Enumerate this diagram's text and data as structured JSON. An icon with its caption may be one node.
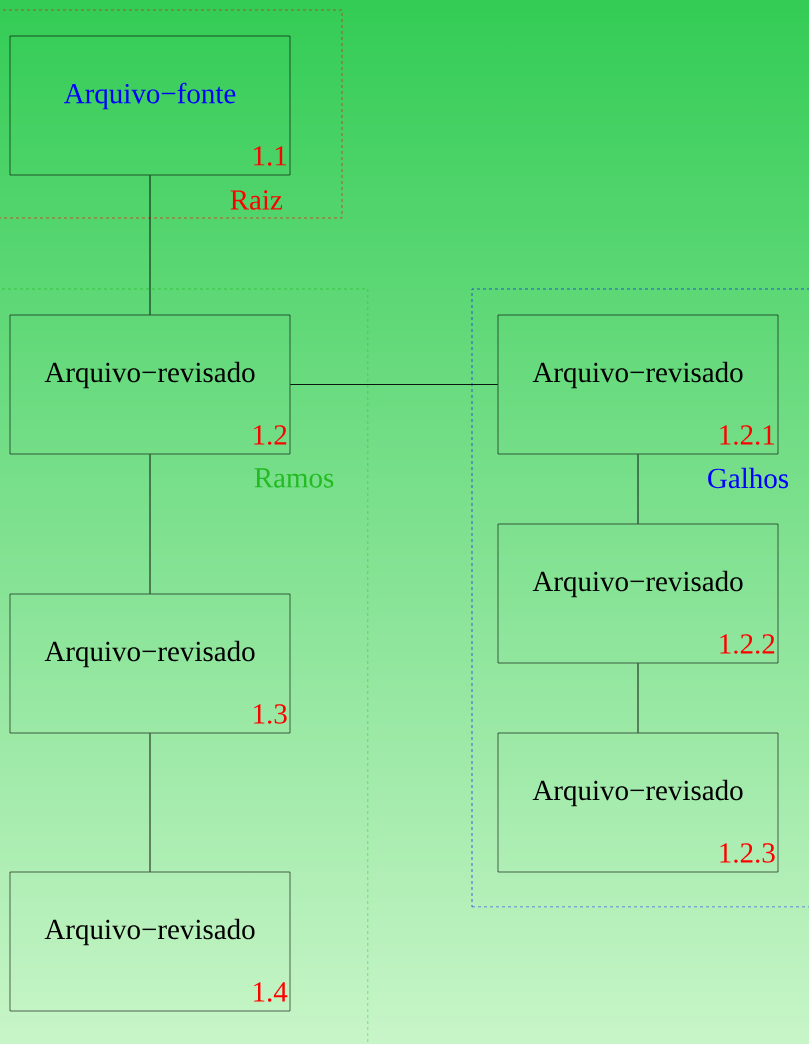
{
  "diagram": {
    "nodes": [
      {
        "text": [
          "Raiz"
        ]
      },
      {
        "text": [
          "Arquivo−fonte",
          "1.1"
        ],
        "in": 0
      },
      {
        "text": [
          "Ramos"
        ]
      },
      {
        "text": [
          "Arquivo−revisado",
          "1.2"
        ],
        "in": 2
      },
      {
        "text": [
          "Arquivo−revisado",
          "1.3"
        ],
        "in": 2
      },
      {
        "text": [
          "Arquivo−revisado",
          "1.4"
        ],
        "in": 2
      },
      {
        "text": [
          "Galhos"
        ]
      },
      {
        "text": [
          "Arquivo−revisado",
          "1.2.1"
        ],
        "in": 6
      },
      {
        "text": [
          "Arquivo−revisado",
          "1.2.2"
        ],
        "in": 6
      },
      {
        "text": [
          "Arquivo−revisado",
          "1.2.3"
        ],
        "in": 6
      }
    ],
    "edges": [
      {
        "from": 1,
        "to": 3,
        "arrow": "none"
      },
      {
        "from": 3,
        "to": 4,
        "arrow": "none"
      },
      {
        "from": 4,
        "to": 5,
        "arrow": "none"
      },
      {
        "from": 3,
        "to": 7,
        "arrow": "none"
      },
      {
        "from": 7,
        "to": 8,
        "arrow": "none"
      },
      {
        "from": 8,
        "to": 9,
        "arrow": "none"
      }
    ]
  }
}
